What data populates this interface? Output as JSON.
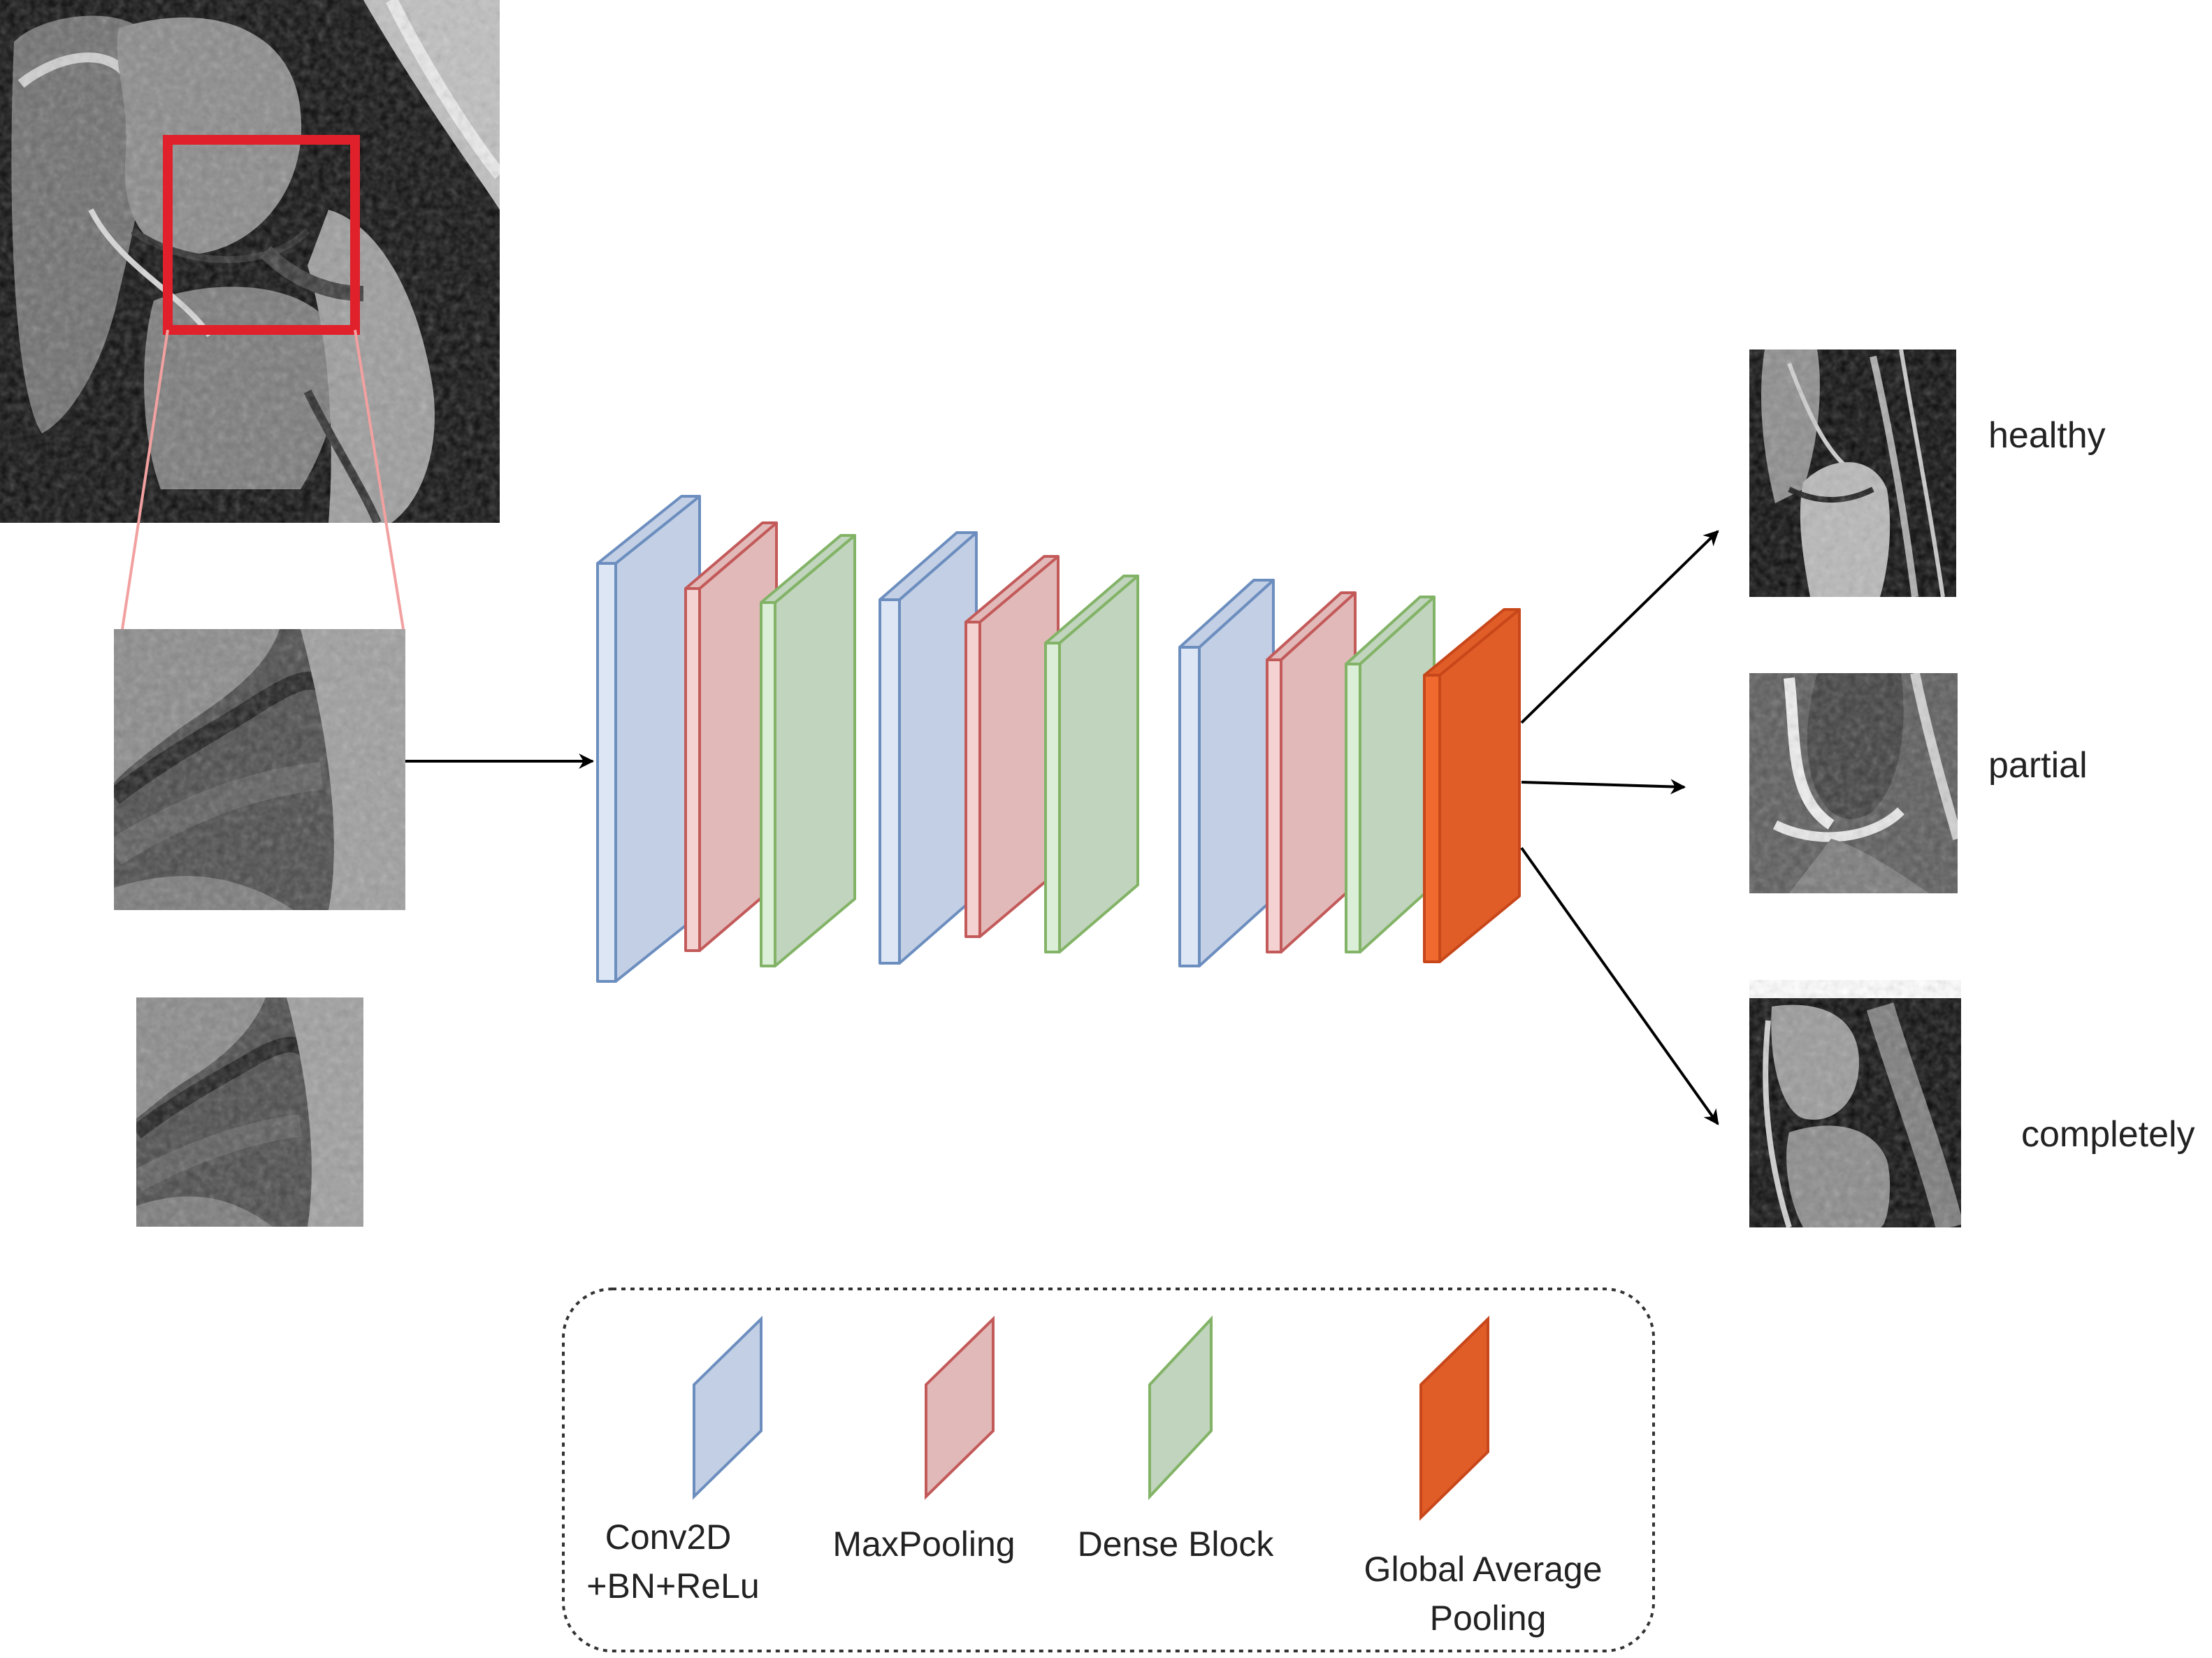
{
  "outputs": [
    {
      "label": "healthy"
    },
    {
      "label": "partial"
    },
    {
      "label": "completely"
    }
  ],
  "legend": [
    {
      "key": "conv",
      "line1": "Conv2D",
      "line2": "+BN+ReLu"
    },
    {
      "key": "pool",
      "line1": "MaxPooling",
      "line2": ""
    },
    {
      "key": "dense",
      "line1": "Dense Block",
      "line2": ""
    },
    {
      "key": "gap",
      "line1": "Global Average",
      "line2": "Pooling"
    }
  ],
  "colors": {
    "conv_fill": "#c3cfe4",
    "conv_front": "#dde6f5",
    "conv_stroke": "#6c8ebf",
    "pool_fill": "#e2b9b9",
    "pool_front": "#f4d2d2",
    "pool_stroke": "#c35a5a",
    "dense_fill": "#c1d4be",
    "dense_front": "#dbeed7",
    "dense_stroke": "#82b366",
    "gap_fill": "#e05d28",
    "gap_front": "#f06a30",
    "gap_stroke": "#c8471a",
    "roi_box": "#e0202a"
  }
}
